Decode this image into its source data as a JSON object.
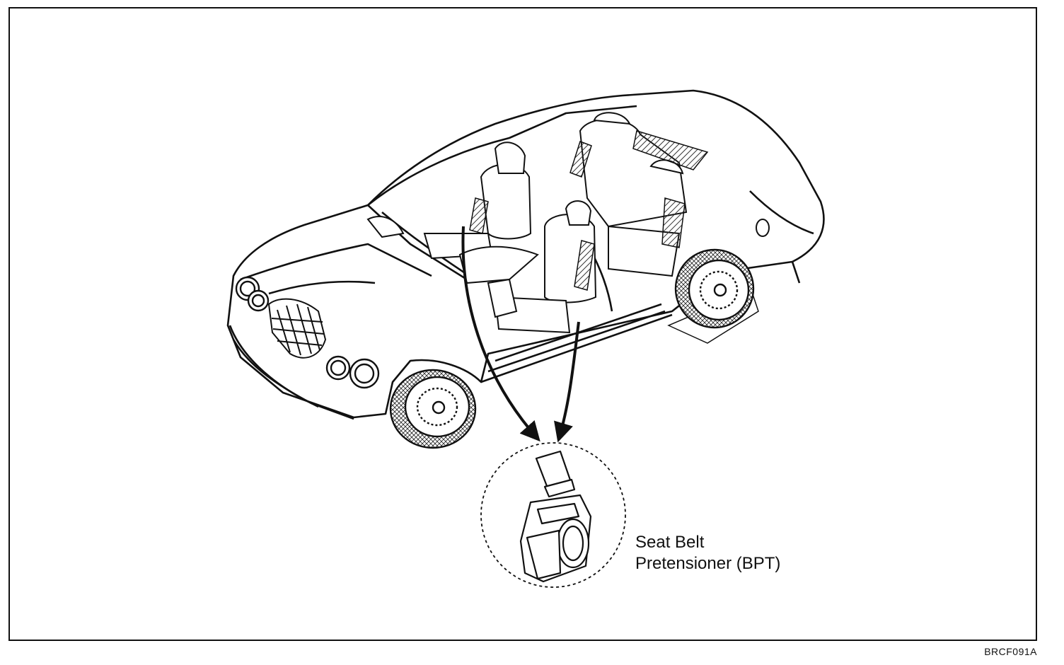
{
  "figure": {
    "callout": {
      "line1": "Seat Belt",
      "line2": "Pretensioner (BPT)"
    },
    "figure_code": "BRCF091A"
  }
}
